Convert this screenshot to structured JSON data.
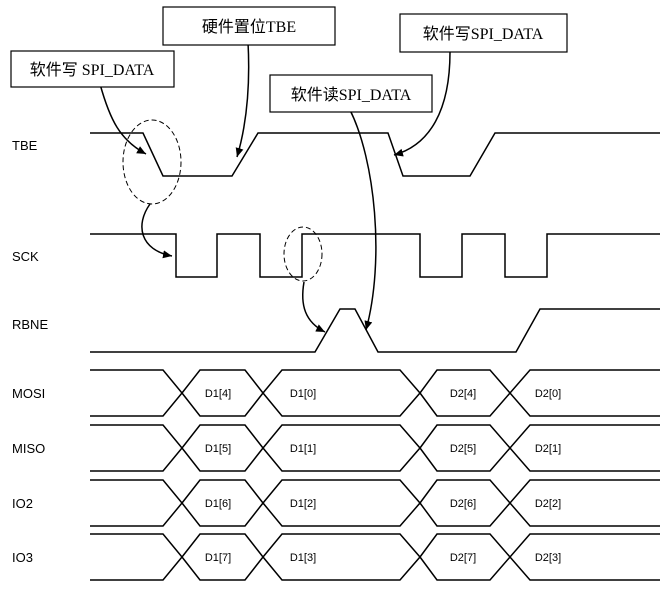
{
  "signals": {
    "tbe": "TBE",
    "sck": "SCK",
    "rbne": "RBNE",
    "mosi": "MOSI",
    "miso": "MISO",
    "io2": "IO2",
    "io3": "IO3"
  },
  "buses": {
    "mosi": [
      "D1[4]",
      "D1[0]",
      "D2[4]",
      "D2[0]"
    ],
    "miso": [
      "D1[5]",
      "D1[1]",
      "D2[5]",
      "D2[1]"
    ],
    "io2": [
      "D1[6]",
      "D1[2]",
      "D2[6]",
      "D2[2]"
    ],
    "io3": [
      "D1[7]",
      "D1[3]",
      "D2[7]",
      "D2[3]"
    ]
  },
  "callouts": {
    "sw_write_1": "软件写 SPI_DATA",
    "hw_set_tbe": "硬件置位TBE",
    "sw_read": "软件读SPI_DATA",
    "sw_write_2": "软件写SPI_DATA"
  }
}
